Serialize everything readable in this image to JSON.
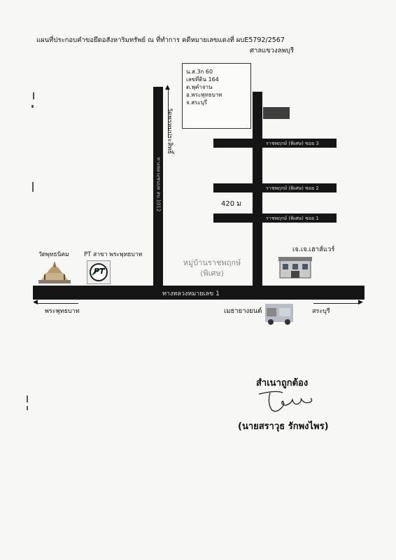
{
  "header": {
    "title": "แผนที่ประกอบคำขอยึดอสังหาริมทรัพย์ ณ ที่ทำการ คดีหมายเลขแดงที่ ผบE5792/2567",
    "court": "ศาลแขวงลพบุรี"
  },
  "land_box": {
    "line1": "น.ส.3ก 60",
    "line2": "เลขที่ดิน 164",
    "line3": "ต.พุคำจาน",
    "line4": "อ.พระพุทธบาท",
    "line5": "จ.สระบุรี"
  },
  "map": {
    "side_road": "ทางหลวงชนบท สบ.1012",
    "temple_top": "วัดพรหมประสิทธิ์",
    "soi3": "ราชพฤกษ์ (พิเศษ) ซอย 3",
    "soi2": "ราชพฤกษ์ (พิเศษ) ซอย 2",
    "soi1": "ราชพฤกษ์ (พิเศษ) ซอย 1",
    "distance": "420 ม",
    "village_line1": "หมู่บ้านราชพฤกษ์",
    "village_line2": "(พิเศษ)",
    "highway": "ทางหลวงหมายเลข 1",
    "left_direction": "พระพุทธบาท",
    "right_direction": "สระบุรี",
    "temple_left": "วัดพุทธนิคม",
    "gas_station": "PT สาขา พระพุทธบาท",
    "pt_logo_text": "PT",
    "shop": "เจ.เจ.เฮาส์แวร์",
    "car_shop": "เมธายางยนต์"
  },
  "certification": {
    "certified_copy": "สำเนาถูกต้อง",
    "name": "(นายสราวุธ รักพงไพร)"
  }
}
